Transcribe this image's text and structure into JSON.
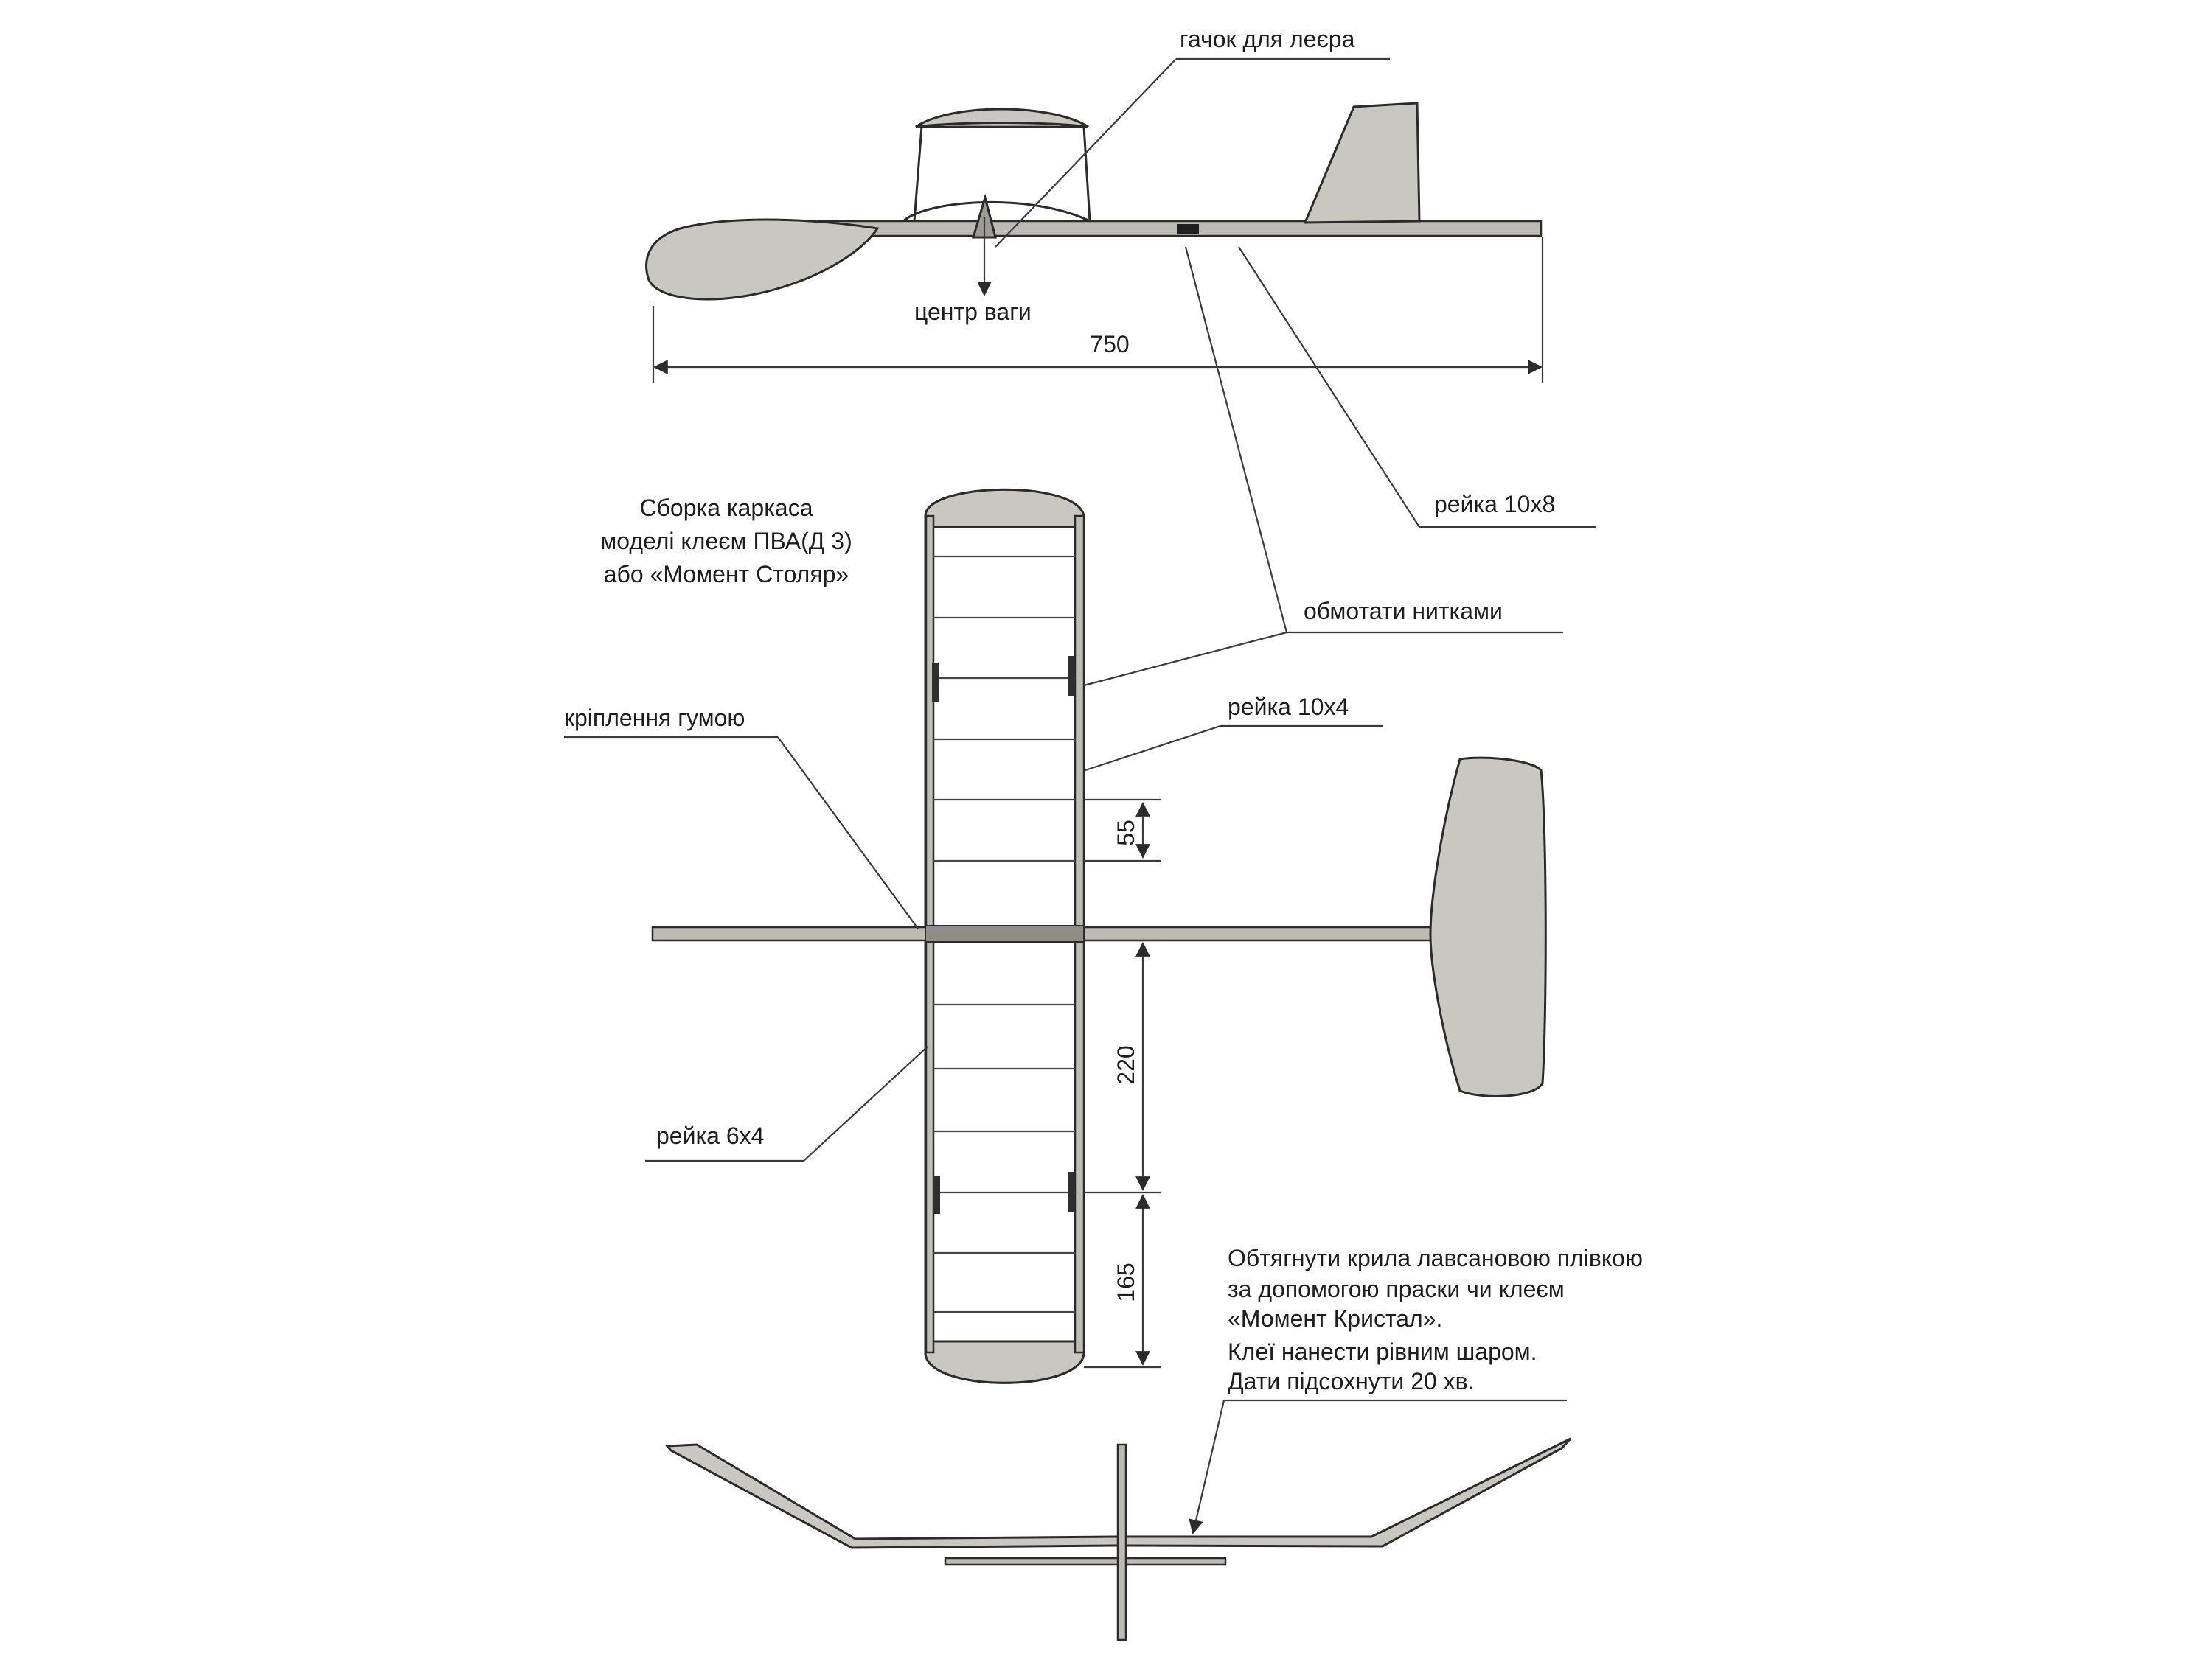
{
  "labels": {
    "hook": "гачок для леєра",
    "cg": "центр ваги",
    "length": "750",
    "rail10x8": "рейка 10х8",
    "assembly_1": "Сборка каркаса",
    "assembly_2": "моделі клеєм ПВА(Д 3)",
    "assembly_3": "або «Момент Столяр»",
    "wrap": "обмотати нитками",
    "rail10x4": "рейка 10х4",
    "rubber": "кріплення гумою",
    "dim55": "55",
    "dim220": "220",
    "dim165": "165",
    "rail6x4": "рейка 6х4",
    "cover_1": "Обтягнути крила лавсановою плівкою",
    "cover_2": "за допомогою праски чи клеєм",
    "cover_3": "«Момент Кристал».",
    "glue_1": "Клеї нанести рівним шаром.",
    "glue_2": "Дати підсохнути 20 хв."
  },
  "colors": {
    "ink": "#2b2b2b",
    "wood_fill": "#c9c7c2",
    "shade_fill": "#9d9b96"
  }
}
